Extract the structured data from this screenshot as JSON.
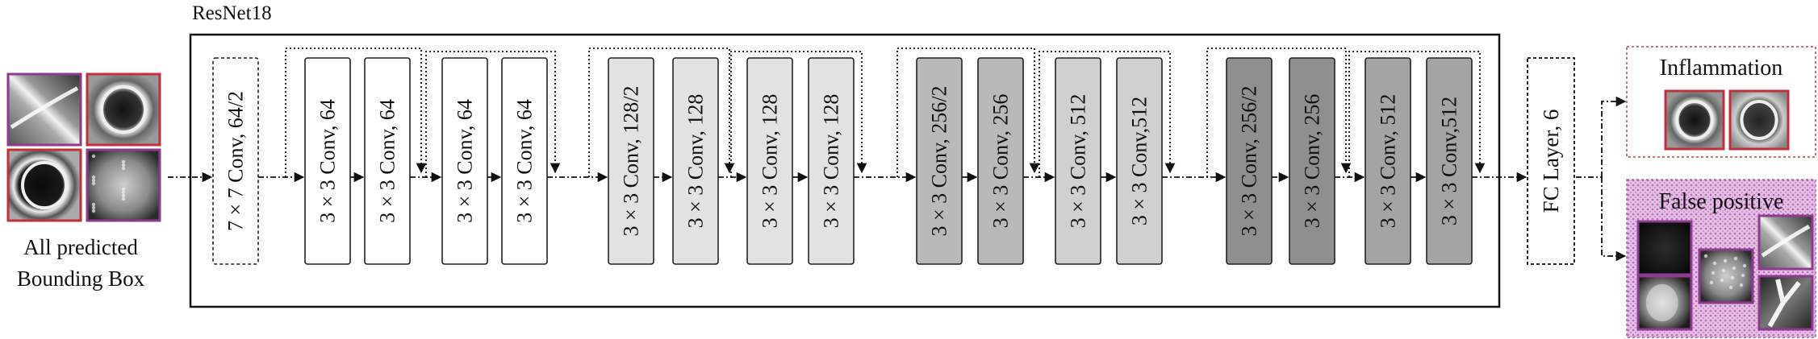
{
  "network_title": "ResNet18",
  "input": {
    "caption_line1": "All predicted",
    "caption_line2": "Bounding Box",
    "thumbnails": [
      {
        "name": "thumb-streak",
        "frame": "#8e3a8e",
        "tone": "streak"
      },
      {
        "name": "thumb-ring",
        "frame": "#c0303a",
        "tone": "ring"
      },
      {
        "name": "thumb-oval",
        "frame": "#c0303a",
        "tone": "oval"
      },
      {
        "name": "thumb-texture",
        "frame": "#8e3a8e",
        "tone": "texture"
      }
    ]
  },
  "layers": [
    {
      "label": "7 × 7 Conv, 64/2",
      "fill": "#ffffff",
      "style": "dashed"
    },
    {
      "label": "3 × 3 Conv, 64",
      "fill": "#ffffff",
      "style": "solid"
    },
    {
      "label": "3 × 3 Conv, 64",
      "fill": "#ffffff",
      "style": "solid"
    },
    {
      "label": "3 × 3 Conv, 64",
      "fill": "#ffffff",
      "style": "solid"
    },
    {
      "label": "3 × 3 Conv, 64",
      "fill": "#ffffff",
      "style": "solid"
    },
    {
      "label": "3 × 3 Conv, 128/2",
      "fill": "#e2e2e2",
      "style": "solid"
    },
    {
      "label": "3 × 3 Conv, 128",
      "fill": "#e2e2e2",
      "style": "solid"
    },
    {
      "label": "3 × 3 Conv, 128",
      "fill": "#e2e2e2",
      "style": "solid"
    },
    {
      "label": "3 × 3 Conv, 128",
      "fill": "#e2e2e2",
      "style": "solid"
    },
    {
      "label": "3 × 3 Conv, 256/2",
      "fill": "#b9b9b9",
      "style": "solid"
    },
    {
      "label": "3 × 3 Conv, 256",
      "fill": "#b9b9b9",
      "style": "solid"
    },
    {
      "label": "3 × 3 Conv, 512",
      "fill": "#d0d0d0",
      "style": "solid"
    },
    {
      "label": "3 × 3 Conv,512",
      "fill": "#d0d0d0",
      "style": "solid"
    },
    {
      "label": "3 × 3 Conv, 256/2",
      "fill": "#8f8f8f",
      "style": "solid"
    },
    {
      "label": "3 × 3 Conv, 256",
      "fill": "#8f8f8f",
      "style": "solid"
    },
    {
      "label": "3 × 3 Conv, 512",
      "fill": "#a4a4a4",
      "style": "solid"
    },
    {
      "label": "3 × 3 Conv,512",
      "fill": "#a4a4a4",
      "style": "solid"
    }
  ],
  "fc_layer": {
    "label": "FC Layer, 6"
  },
  "outputs": {
    "inflammation": {
      "title": "Inflammation",
      "thumbnails": [
        {
          "name": "inflam-thumb-ring",
          "frame": "#c0303a",
          "tone": "ring"
        },
        {
          "name": "inflam-thumb-oval",
          "frame": "#c0303a",
          "tone": "oval2"
        }
      ]
    },
    "false_positive": {
      "title": "False positive",
      "background": "#dca6dc",
      "thumbnails": [
        {
          "name": "fp-thumb-dark",
          "frame": "#8e3a8e",
          "tone": "dark"
        },
        {
          "name": "fp-thumb-texture",
          "frame": "#8e3a8e",
          "tone": "texture"
        },
        {
          "name": "fp-thumb-streak",
          "frame": "#8e3a8e",
          "tone": "streak"
        },
        {
          "name": "fp-thumb-blob",
          "frame": "#8e3a8e",
          "tone": "blob"
        },
        {
          "name": "fp-thumb-fork",
          "frame": "#8e3a8e",
          "tone": "fork"
        }
      ]
    }
  }
}
